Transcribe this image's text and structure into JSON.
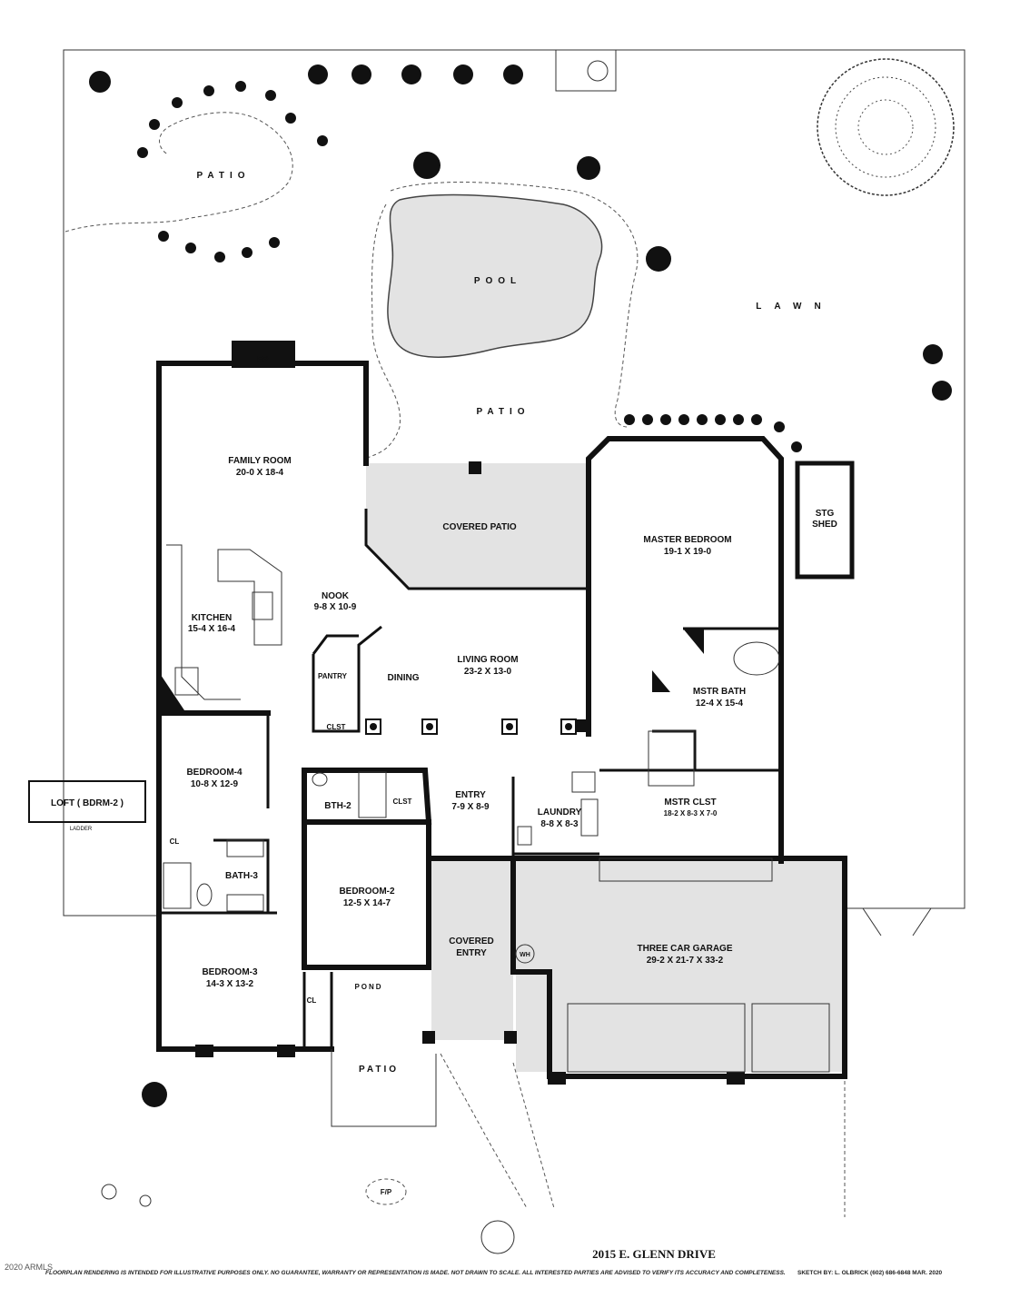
{
  "rooms": {
    "family_room": {
      "name": "FAMILY ROOM",
      "dims": "20-0 X 18-4"
    },
    "fireplace": "FP",
    "covered_patio": "COVERED PATIO",
    "master_bedroom": {
      "name": "MASTER BEDROOM",
      "dims": "19-1 X 19-0"
    },
    "stg_shed_1": "STG",
    "stg_shed_2": "SHED",
    "nook": {
      "name": "NOOK",
      "dims": "9-8 X 10-9"
    },
    "kitchen": {
      "name": "KITCHEN",
      "dims": "15-4 X 16-4"
    },
    "pantry": "PANTRY",
    "dining": "DINING",
    "living_room": {
      "name": "LIVING ROOM",
      "dims": "23-2 X 13-0"
    },
    "mstr_bath": {
      "name": "MSTR BATH",
      "dims": "12-4 X 15-4"
    },
    "clst_pantry": "CLST",
    "bedroom_4": {
      "name": "BEDROOM-4",
      "dims": "10-8 X 12-9"
    },
    "loft": "LOFT ( BDRM-2 )",
    "ladder": "LADDER",
    "bth_2": "BTH-2",
    "clst_bth2": "CLST",
    "entry": {
      "name": "ENTRY",
      "dims": "7-9 X 8-9"
    },
    "laundry": {
      "name": "LAUNDRY",
      "dims": "8-8 X 8-3"
    },
    "mstr_clst": {
      "name": "MSTR CLST",
      "dims": "18-2 X 8-3 X 7-0"
    },
    "cl_bed4": "CL",
    "bath_3": "BATH-3",
    "bedroom_2": {
      "name": "BEDROOM-2",
      "dims": "12-5 X 14-7"
    },
    "covered_entry_1": "COVERED",
    "covered_entry_2": "ENTRY",
    "wh": "WH",
    "garage": {
      "name": "THREE CAR GARAGE",
      "dims": "29-2 X 21-7 X 33-2"
    },
    "bedroom_3": {
      "name": "BEDROOM-3",
      "dims": "14-3 X 13-2"
    },
    "cl_bed3": "CL",
    "pond": "POND",
    "front_patio": "PATIO",
    "fire_pit": "F/P"
  },
  "outdoor": {
    "patio_back_left": "PATIO",
    "pool": "POOL",
    "lawn": "LAWN",
    "patio_center": "PATIO"
  },
  "footer": {
    "address": "2015 E. GLENN DRIVE",
    "disclaimer": "FLOORPLAN RENDERING IS INTENDED FOR ILLUSTRATIVE PURPOSES ONLY.  NO GUARANTEE, WARRANTY OR REPRESENTATION IS MADE.  NOT DRAWN TO SCALE.  ALL INTERESTED PARTIES ARE ADVISED TO VERIFY ITS ACCURACY AND COMPLETENESS.",
    "sketch_by": "SKETCH BY:   L. OLBRICK  (602) 686-6848  MAR. 2020",
    "copyright": "2020 ARMLS"
  },
  "colors": {
    "wall": "#111111",
    "shaded_area": "#e3e3e3",
    "background": "#ffffff"
  }
}
